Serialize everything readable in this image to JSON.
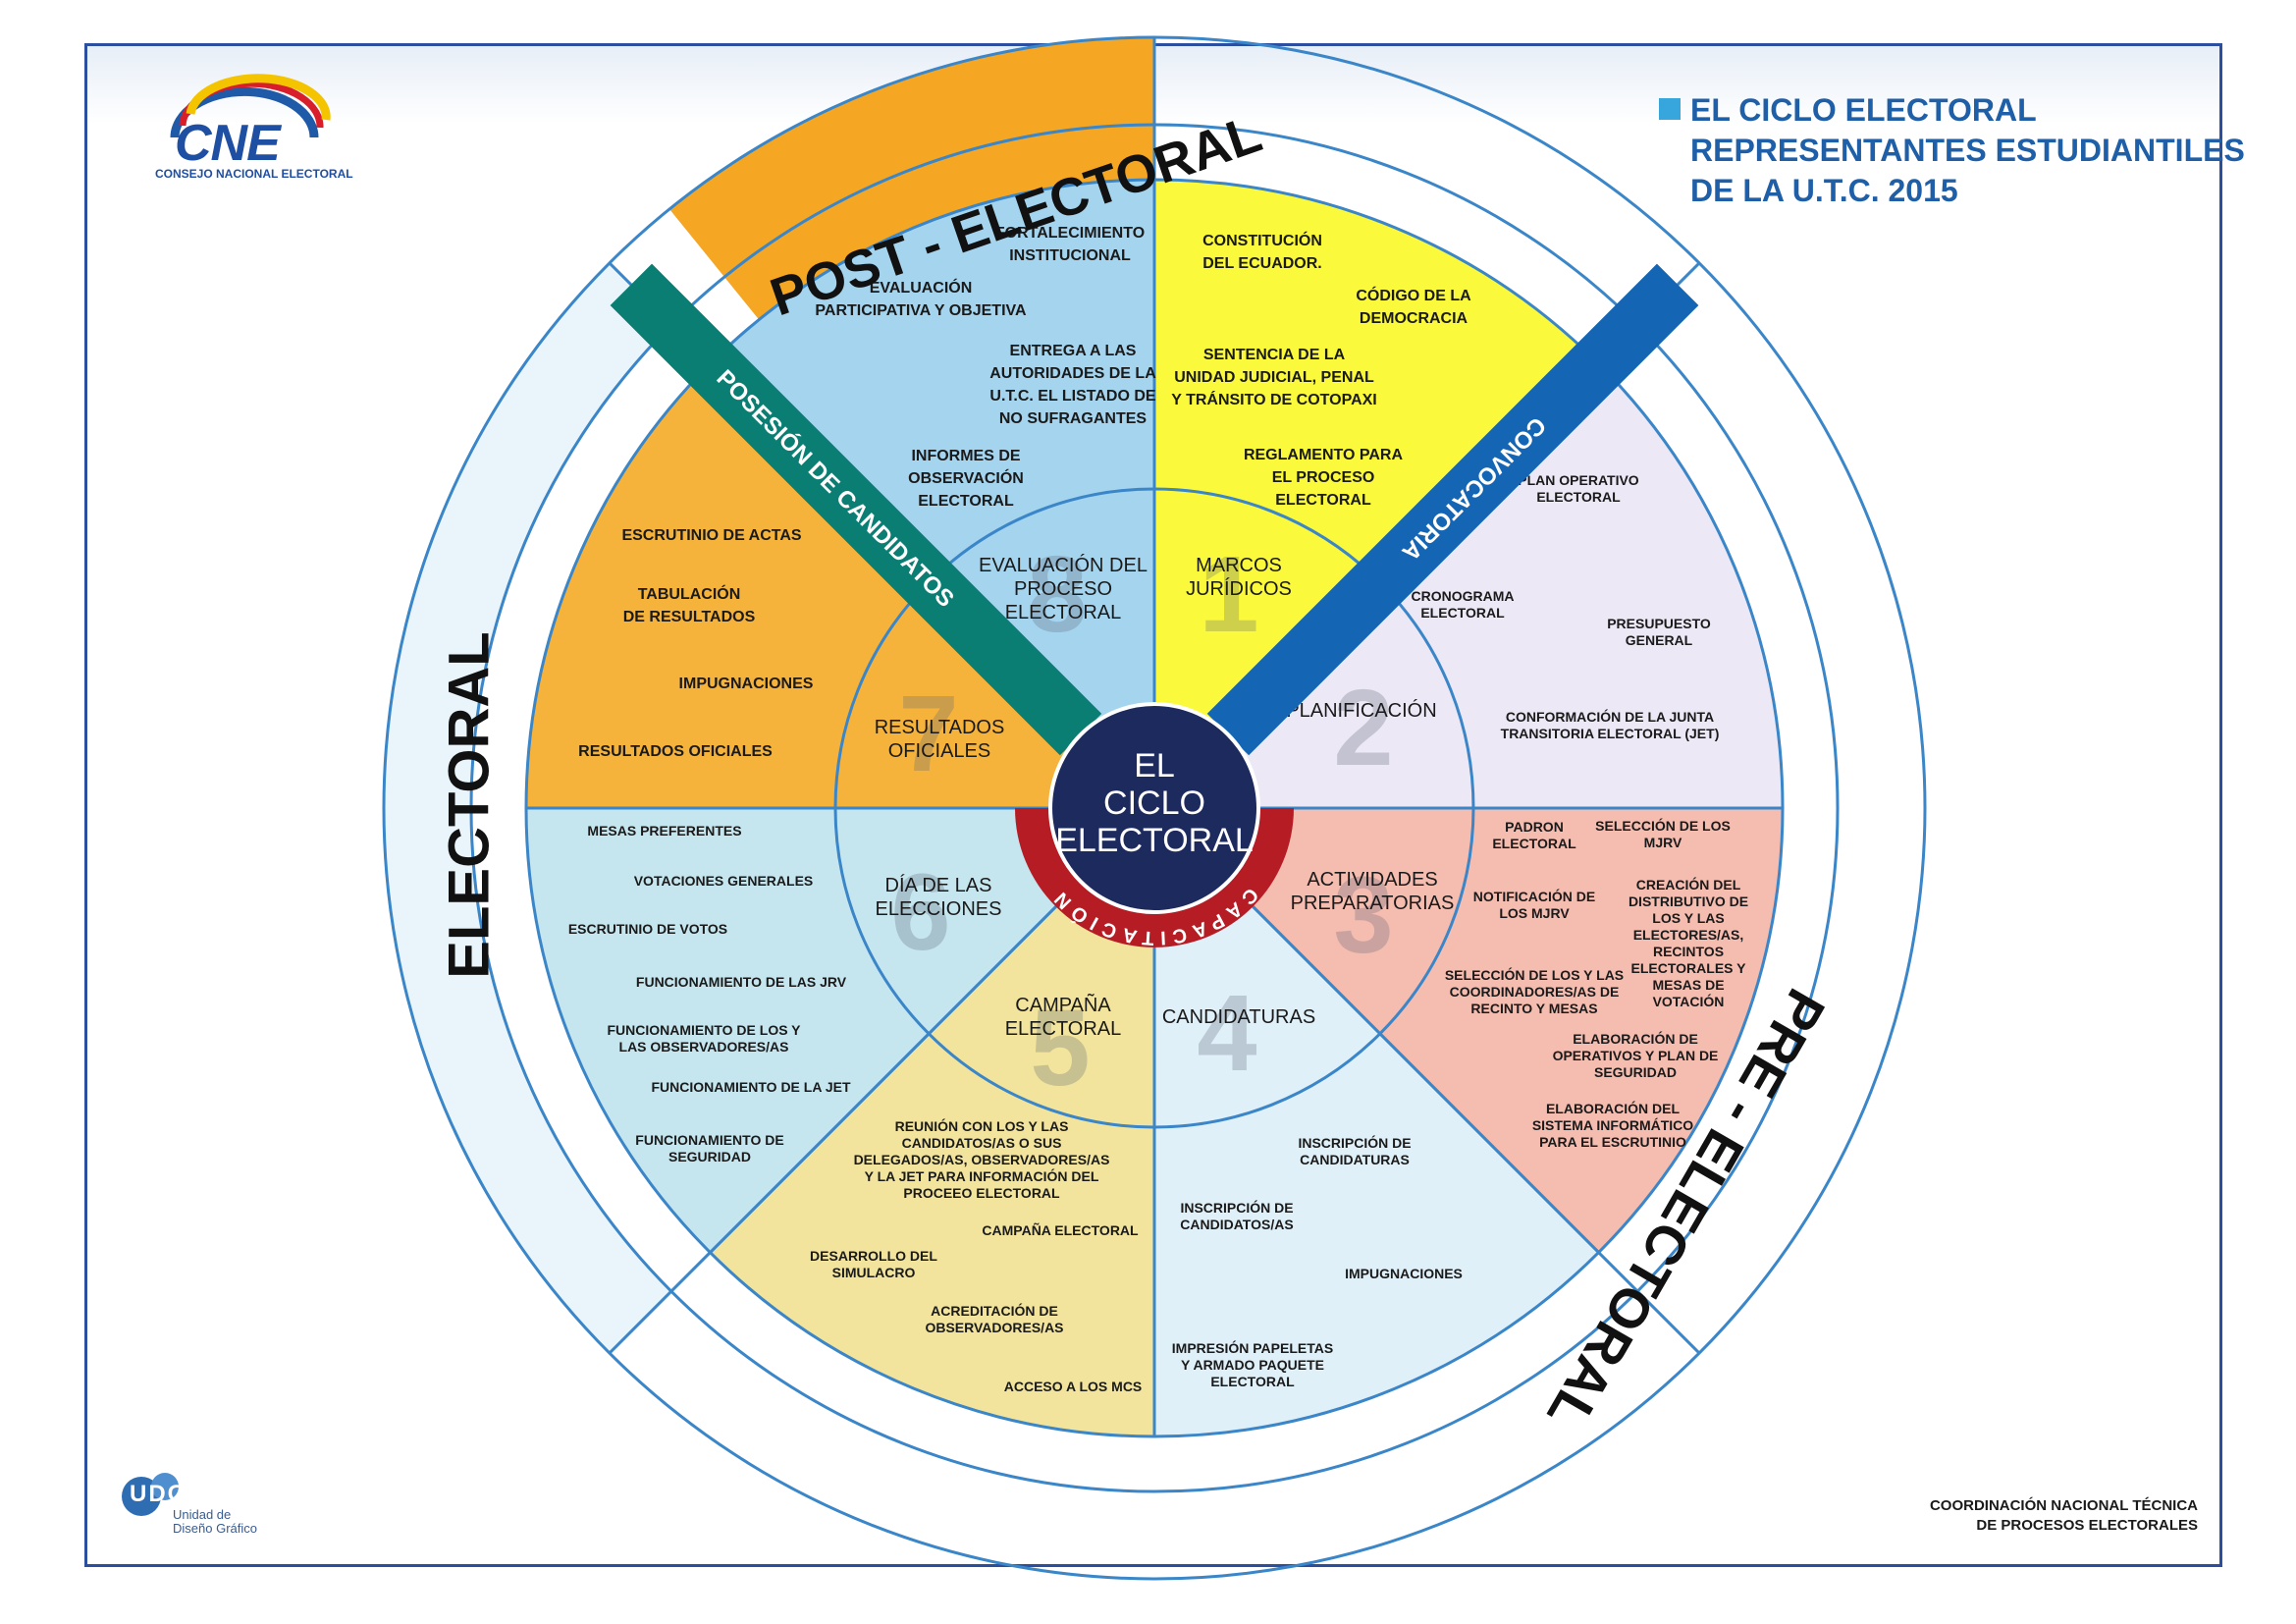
{
  "header": {
    "title_lines": [
      "EL CICLO ELECTORAL",
      "REPRESENTANTES ESTUDIANTILES",
      "DE LA U.T.C. 2015"
    ]
  },
  "logo": {
    "acronym": "CNE",
    "name": "CONSEJO NACIONAL ELECTORAL"
  },
  "footer": {
    "udg_letters": "UDG",
    "udg_lines": [
      "Unidad de",
      "Diseño Gráfico"
    ],
    "coord_lines": [
      "COORDINACIÓN NACIONAL TÉCNICA",
      "DE PROCESOS ELECTORALES"
    ]
  },
  "colors": {
    "border": "#2b4f9e",
    "title_blue": "#1f5fa8",
    "title_square": "#37a6dc",
    "post_band": "#f5a623",
    "outer_ring": "#fdf9d8",
    "electoral_ring": "#eaf5fb",
    "ring_stroke": "#3a86c8",
    "teal_bar": "#0b7e74",
    "blue_bar": "#1565b5",
    "center": "#1d2a5e",
    "capacitacion": "#b51c24"
  },
  "phases": {
    "post_electoral": "POST - ELECTORAL",
    "electoral": "ELECTORAL",
    "pre_electoral": "PRE - ELECTORAL"
  },
  "bars": {
    "posesion": "POSESIÓN DE CANDIDATOS",
    "convocatoria": "CONVOCATORIA"
  },
  "center": {
    "lines": [
      "EL",
      "CICLO",
      "ELECTORAL"
    ],
    "capacitacion": "CAPACITACIÓN"
  },
  "sectors": [
    {
      "number": "1",
      "core": [
        "MARCOS",
        "JURÍDICOS"
      ],
      "color": "#fbf93b",
      "items": [
        [
          "CONSTITUCIÓN",
          "DEL ECUADOR."
        ],
        [
          "CÓDIGO DE LA",
          "DEMOCRACIA"
        ],
        [
          "SENTENCIA DE LA",
          "UNIDAD JUDICIAL, PENAL",
          "Y TRÁNSITO DE COTOPAXI"
        ],
        [
          "REGLAMENTO PARA",
          "EL PROCESO",
          "ELECTORAL"
        ]
      ]
    },
    {
      "number": "2",
      "core": [
        "PLANIFICACIÓN"
      ],
      "color": "#ede8f5",
      "items": [
        [
          "PLAN OPERATIVO",
          "ELECTORAL"
        ],
        [
          "CRONOGRAMA",
          "ELECTORAL"
        ],
        [
          "PRESUPUESTO",
          "GENERAL"
        ],
        [
          "CONFORMACIÓN DE LA JUNTA",
          "TRANSITORIA ELECTORAL (JET)"
        ]
      ]
    },
    {
      "number": "3",
      "core": [
        "ACTIVIDADES",
        "PREPARATORIAS"
      ],
      "color": "#f5bcb0",
      "items": [
        [
          "PADRON",
          "ELECTORAL"
        ],
        [
          "SELECCIÓN DE LOS",
          "MJRV"
        ],
        [
          "NOTIFICACIÓN DE",
          "LOS MJRV"
        ],
        [
          "CREACIÓN DEL",
          "DISTRIBUTIVO DE",
          "LOS Y LAS",
          "ELECTORES/AS,",
          "RECINTOS",
          "ELECTORALES Y",
          "MESAS DE",
          "VOTACIÓN"
        ],
        [
          "SELECCIÓN DE LOS Y LAS",
          "COORDINADORES/AS DE",
          "RECINTO Y MESAS"
        ],
        [
          "ELABORACIÓN DE",
          "OPERATIVOS Y PLAN DE",
          "SEGURIDAD"
        ],
        [
          "ELABORACIÓN DEL",
          "SISTEMA INFORMÁTICO",
          "PARA EL ESCRUTINIO"
        ]
      ]
    },
    {
      "number": "4",
      "core": [
        "CANDIDATURAS"
      ],
      "color": "#e0f0f8",
      "items": [
        [
          "INSCRIPCIÓN DE",
          "CANDIDATURAS"
        ],
        [
          "INSCRIPCIÓN DE",
          "CANDIDATOS/AS"
        ],
        [
          "IMPUGNACIONES"
        ],
        [
          "IMPRESIÓN PAPELETAS",
          "Y ARMADO PAQUETE",
          "ELECTORAL"
        ]
      ]
    },
    {
      "number": "5",
      "core": [
        "CAMPAÑA",
        "ELECTORAL"
      ],
      "color": "#f2e49c",
      "items": [
        [
          "REUNIÓN CON LOS Y LAS",
          "CANDIDATOS/AS O SUS",
          "DELEGADOS/AS, OBSERVADORES/AS",
          "Y LA JET PARA INFORMACIÓN DEL",
          "PROCEEO ELECTORAL"
        ],
        [
          "CAMPAÑA ELECTORAL"
        ],
        [
          "DESARROLLO DEL",
          "SIMULACRO"
        ],
        [
          "ACREDITACIÓN DE",
          "OBSERVADORES/AS"
        ],
        [
          "ACCESO A LOS MCS"
        ]
      ]
    },
    {
      "number": "6",
      "core": [
        "DÍA DE LAS",
        "ELECCIONES"
      ],
      "color": "#c6e6ef",
      "items": [
        [
          "MESAS PREFERENTES"
        ],
        [
          "VOTACIONES GENERALES"
        ],
        [
          "ESCRUTINIO DE VOTOS"
        ],
        [
          "FUNCIONAMIENTO DE LAS JRV"
        ],
        [
          "FUNCIONAMIENTO DE LOS Y",
          "LAS OBSERVADORES/AS"
        ],
        [
          "FUNCIONAMIENTO DE LA JET"
        ],
        [
          "FUNCIONAMIENTO DE",
          "SEGURIDAD"
        ]
      ]
    },
    {
      "number": "7",
      "core": [
        "RESULTADOS",
        "OFICIALES"
      ],
      "color": "#f6b33c",
      "items": [
        [
          "ESCRUTINIO DE ACTAS"
        ],
        [
          "TABULACIÓN",
          "DE RESULTADOS"
        ],
        [
          "IMPUGNACIONES"
        ],
        [
          "RESULTADOS OFICIALES"
        ]
      ]
    },
    {
      "number": "8",
      "core": [
        "EVALUACIÓN DEL",
        "PROCESO",
        "ELECTORAL"
      ],
      "color": "#a5d4ef",
      "items": [
        [
          "FORTALECIMIENTO",
          "INSTITUCIONAL"
        ],
        [
          "EVALUACIÓN",
          "PARTICIPATIVA Y OBJETIVA"
        ],
        [
          "ENTREGA A LAS",
          "AUTORIDADES DE LA",
          "U.T.C. EL LISTADO DE",
          "NO SUFRAGANTES"
        ],
        [
          "INFORMES DE",
          "OBSERVACIÓN",
          "ELECTORAL"
        ]
      ]
    }
  ]
}
